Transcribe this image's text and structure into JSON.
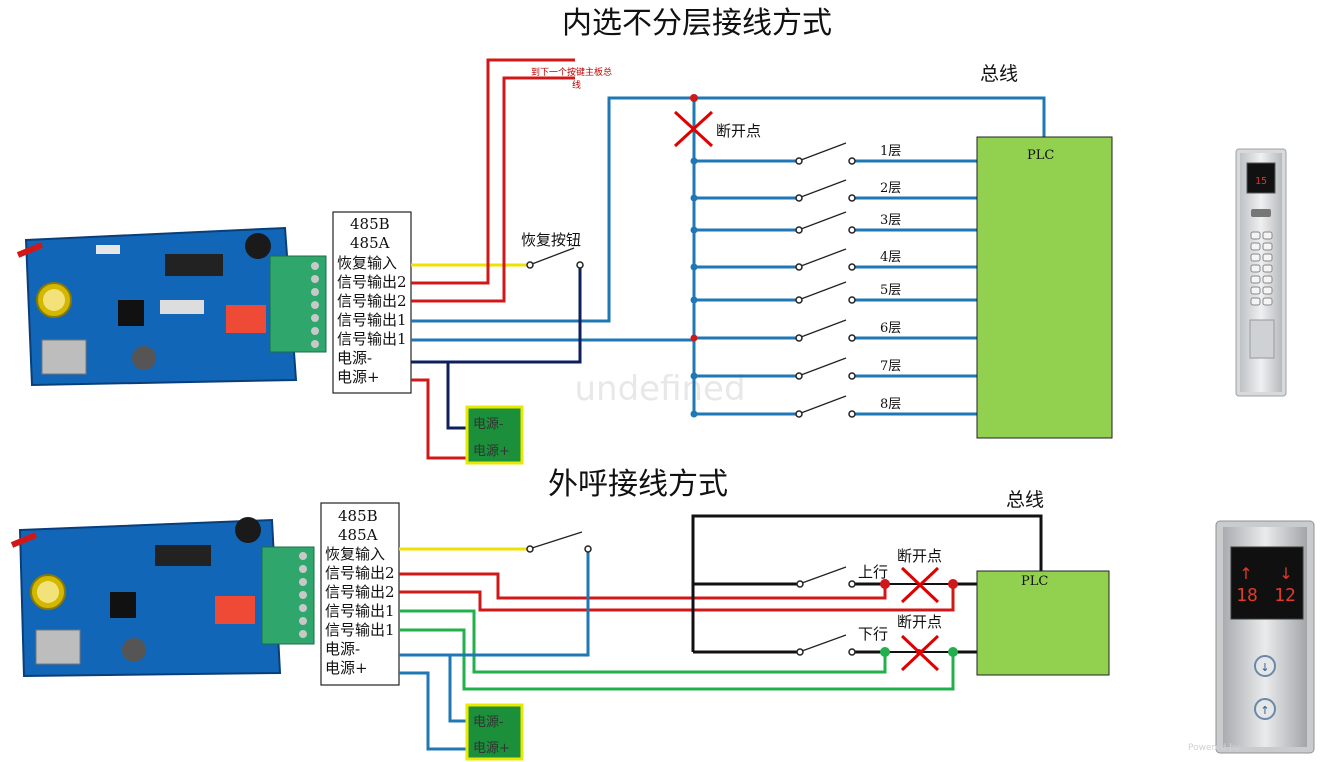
{
  "colors": {
    "red": "#d01818",
    "blue": "#1f77b4",
    "yellow": "#f0e000",
    "navy": "#0d1f5c",
    "green_wire": "#21b04b",
    "plc_fill": "#92d050",
    "psu_border": "#e8e800",
    "black": "#111111",
    "cross": "#e00000"
  },
  "top": {
    "title": "内选不分层接线方式",
    "bus_label": "总线",
    "next_board_note_line1": "到下一个按键主板总",
    "next_board_note_line2": "线",
    "break_point": "断开点",
    "reset_button": "恢复按钮",
    "terminals": [
      "485B",
      "485A",
      "恢复输入",
      "信号输出2",
      "信号输出2",
      "信号输出1",
      "信号输出1",
      "电源-",
      "电源+"
    ],
    "floors": [
      "1层",
      "2层",
      "3层",
      "4层",
      "5层",
      "6层",
      "7层",
      "8层"
    ],
    "plc": "PLC",
    "psu": [
      "电源-",
      "电源+"
    ]
  },
  "bottom": {
    "title": "外呼接线方式",
    "bus_label": "总线",
    "terminals": [
      "485B",
      "485A",
      "恢复输入",
      "信号输出2",
      "信号输出2",
      "信号输出1",
      "信号输出1",
      "电源-",
      "电源+"
    ],
    "up": "上行",
    "down": "下行",
    "break_point_1": "断开点",
    "break_point_2": "断开点",
    "plc": "PLC",
    "psu": [
      "电源-",
      "电源+"
    ]
  },
  "hall_panel": {
    "up_arrow": "↑",
    "down_arrow": "↓",
    "left_num": "18",
    "right_num": "12"
  },
  "car_panel": {
    "display": "15"
  },
  "watermark": "undefined",
  "footer_mark": "Powered by"
}
